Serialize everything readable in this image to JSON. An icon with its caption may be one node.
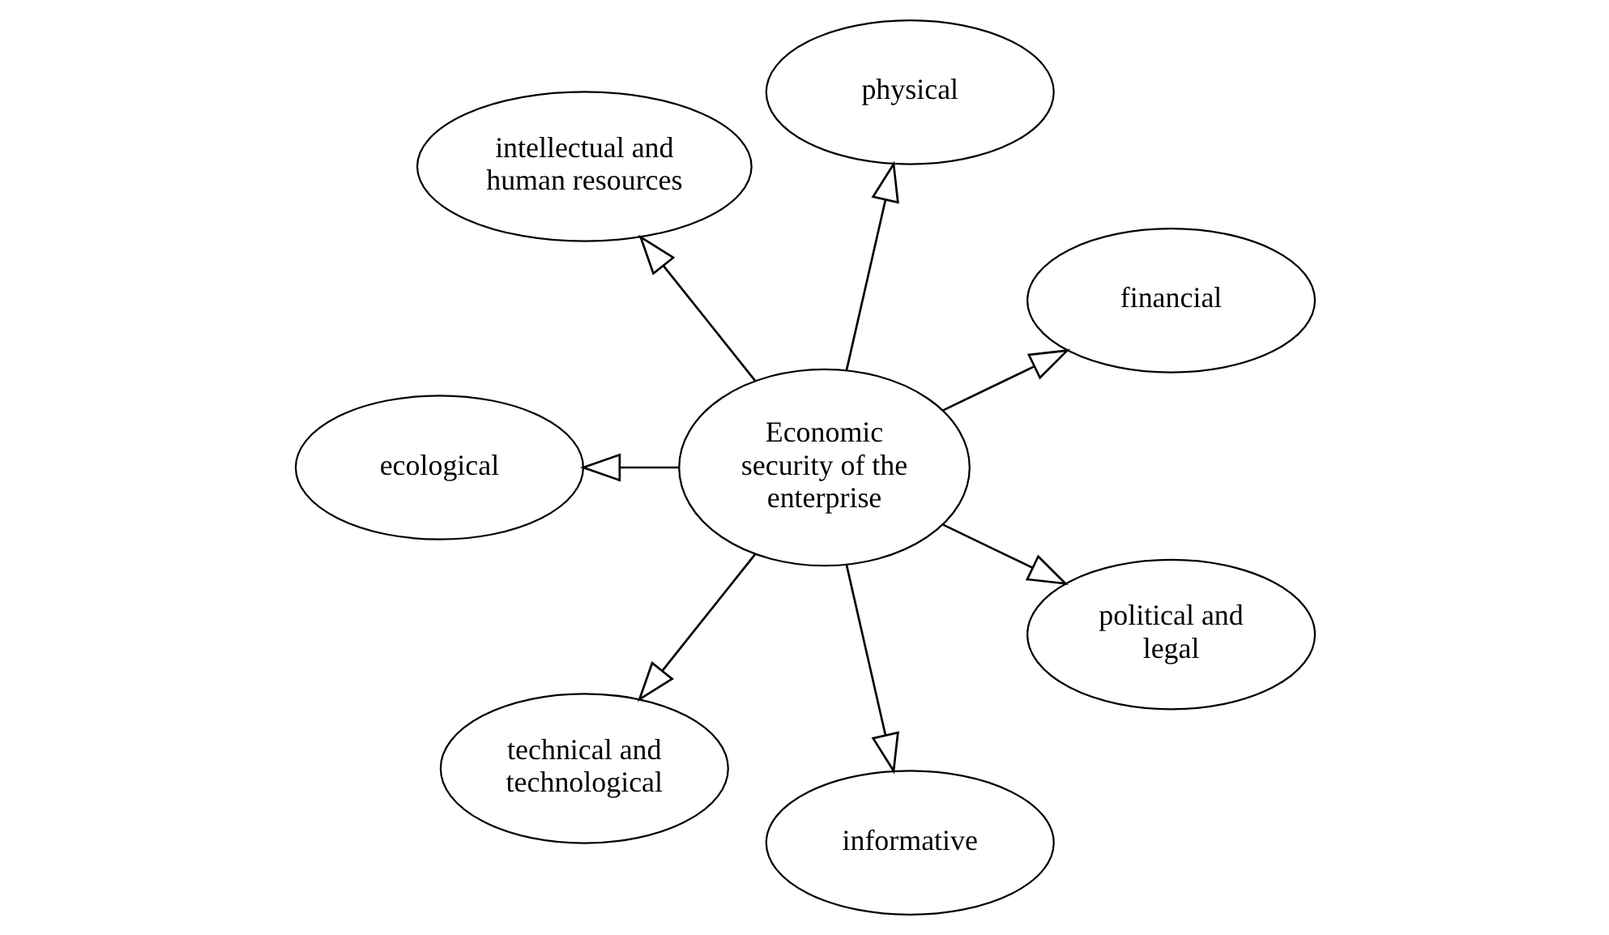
{
  "diagram": {
    "nodes": [
      {
        "text": [
          "financial"
        ]
      },
      {
        "text": [
          "physical"
        ]
      },
      {
        "text": [
          "intellectual and human resources"
        ]
      },
      {
        "text": [
          "Economic security of the enterprise"
        ]
      },
      {
        "text": [
          "ecological"
        ]
      },
      {
        "text": [
          "technical and technological"
        ]
      },
      {
        "text": [
          "informative"
        ]
      },
      {
        "text": [
          "political and legal"
        ]
      }
    ],
    "edges": [
      {
        "from": 3,
        "to": 0,
        "arrow": "to"
      },
      {
        "from": 3,
        "to": 2,
        "arrow": "to"
      },
      {
        "from": 3,
        "to": 5,
        "arrow": "to"
      },
      {
        "from": 3,
        "to": 7,
        "arrow": "to"
      },
      {
        "from": 3,
        "to": 6,
        "arrow": "to"
      },
      {
        "from": 3,
        "to": 4,
        "arrow": "to"
      },
      {
        "from": 3,
        "to": 1,
        "arrow": "to"
      }
    ]
  }
}
